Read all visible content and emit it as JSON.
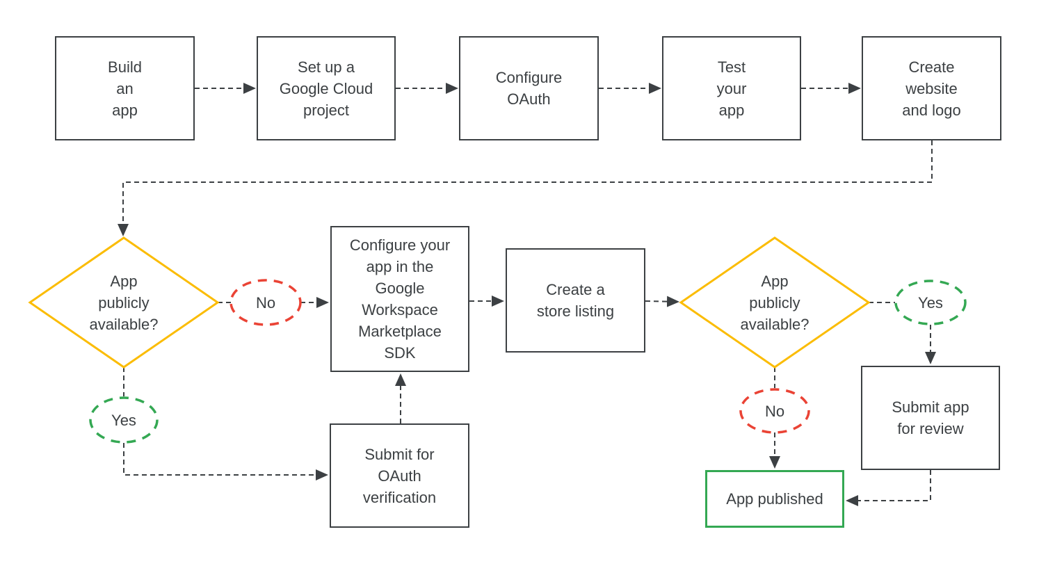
{
  "palette": {
    "line": "#3c4043",
    "text": "#3c4043",
    "decision_yellow": "#fbbc04",
    "no_red": "#ea4335",
    "yes_green": "#34a853"
  },
  "nodes": {
    "build": {
      "label": "Build\nan\napp"
    },
    "cloud_project": {
      "label": "Set up a\nGoogle Cloud\nproject"
    },
    "configure_oauth": {
      "label": "Configure\nOAuth"
    },
    "test_app": {
      "label": "Test\nyour\napp"
    },
    "website_logo": {
      "label": "Create\nwebsite\nand logo"
    },
    "decision_1": {
      "label": "App\npublicly\navailable?"
    },
    "no_1": {
      "label": "No"
    },
    "yes_1": {
      "label": "Yes"
    },
    "marketplace_sdk": {
      "label": "Configure your\napp in the\nGoogle\nWorkspace\nMarketplace\nSDK"
    },
    "store_listing": {
      "label": "Create a\nstore listing"
    },
    "submit_oauth": {
      "label": "Submit for\nOAuth\nverification"
    },
    "decision_2": {
      "label": "App\npublicly\navailable?"
    },
    "yes_2": {
      "label": "Yes"
    },
    "no_2": {
      "label": "No"
    },
    "submit_review": {
      "label": "Submit app\nfor review"
    },
    "app_published": {
      "label": "App published"
    }
  }
}
